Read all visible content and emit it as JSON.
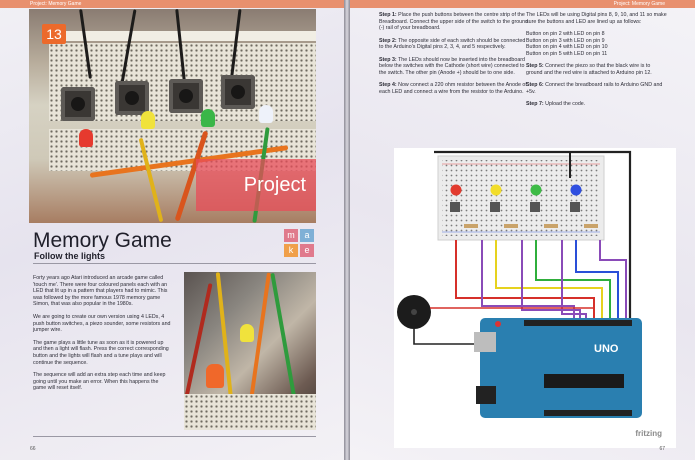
{
  "running_head": {
    "left": "Project: Memory Game",
    "right": "Project: Memory Game"
  },
  "chapter": {
    "number": "13",
    "section": "Project"
  },
  "article": {
    "title": "Memory Game",
    "subtitle": "Follow the lights"
  },
  "brand_tiles": [
    "m",
    "a",
    "k",
    "e"
  ],
  "intro_paragraphs": [
    "Forty years ago Atari introduced an arcade game called 'touch me'. There were four coloured panels each with an LED that lit up in a pattern that players had to mimic. This was followed by the more famous 1978 memory game Simon, that was also popular in the 1980s.",
    "We are going to create our own version using 4 LEDs, 4 push button switches, a piezo sounder, some resistors and jumper wire.",
    "The game plays a little tune as soon as it is powered up and then a light will flash. Press the correct corresponding button and the lights will flash and a tune plays and will continue the sequence.",
    "The sequence will add an extra step each time and keep going until you make an error. When this happens the game will reset itself."
  ],
  "steps_left": [
    {
      "label": "Step 1:",
      "text": "Place the push buttons between the centre strip of the Breadboard. Connect the upper side of the switch to the ground (-) rail of your breadboard."
    },
    {
      "label": "Step 2:",
      "text": "The opposite side of each switch should be connected to the Arduino's Digital pins 2, 3, 4, and 5 respectively."
    },
    {
      "label": "Step 3:",
      "text": "The LEDs should now be inserted into the breadboard below the switches with the Cathode (short wire) connected to the switch. The other pin (Anode +) should be to one side."
    },
    {
      "label": "Step 4:",
      "text": "Now connect a 220 ohm resistor between the Anode of each LED and connect a wire from the resistor to the Arduino."
    }
  ],
  "pins_intro": "The LEDs will be using Digital pins 8, 9, 10, and 11 so make sure the buttons and LED are lined up as follows:",
  "pin_map": [
    "Button on pin 2 with LED on pin 8",
    "Button on pin 3 with LED on pin 9",
    "Button on pin 4 with LED on pin 10",
    "Button on pin 5 with LED on pin 11"
  ],
  "steps_right": [
    {
      "label": "Step 5:",
      "text": "Connect the piezo so that the black wire is to ground and the red wire is attached to Arduino pin 12."
    },
    {
      "label": "Step 6:",
      "text": "Connect the breadboard rails to Arduino GND and +5v."
    },
    {
      "label": "Step 7:",
      "text": "Upload the code."
    }
  ],
  "diagram": {
    "board_label": "UNO",
    "watermark": "fritzing"
  },
  "page_numbers": {
    "left": "66",
    "right": "67"
  },
  "colors": {
    "accent": "#ec6a2b",
    "section_band": "#e84c58",
    "tile_a": "#e07a8c",
    "tile_b": "#7fb0d6",
    "tile_c": "#f0a04a",
    "arduino": "#2a7fb0"
  }
}
